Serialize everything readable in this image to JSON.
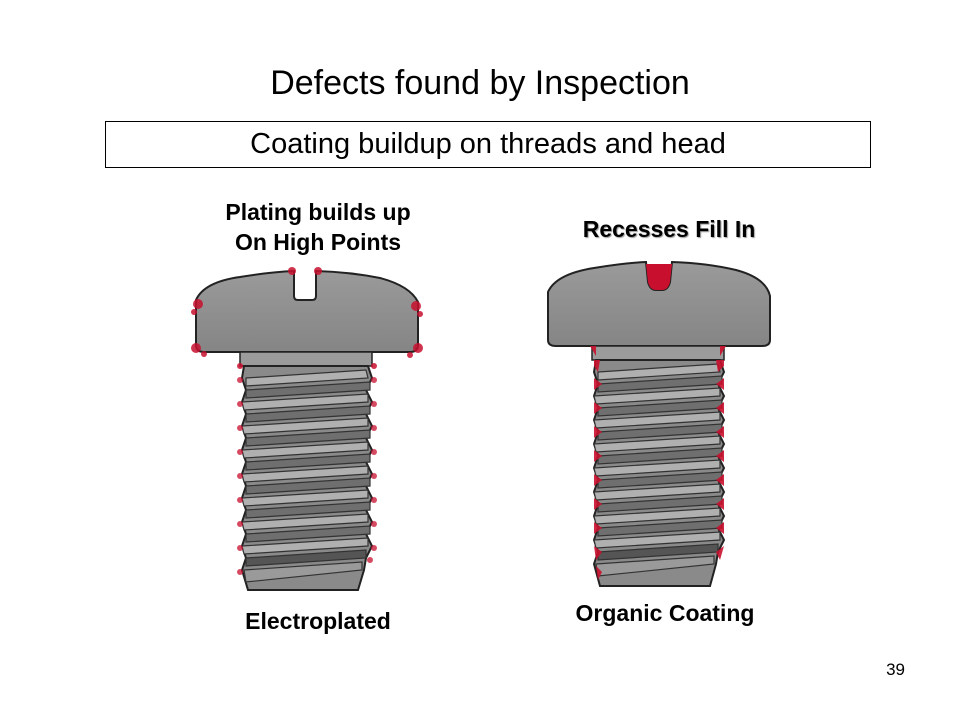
{
  "slide": {
    "title": "Defects found by Inspection",
    "subtitle": "Coating buildup on threads and head",
    "page_number": "39"
  },
  "left_screw": {
    "top_label_line1": "Plating builds up",
    "top_label_line2": "On High Points",
    "bottom_label": "Electroplated"
  },
  "right_screw": {
    "top_label": "Recesses Fill In",
    "bottom_label": "Organic Coating"
  },
  "colors": {
    "screw_fill": "#8f8f8f",
    "thread_dark": "#6e6e6e",
    "thread_light": "#b4b4b4",
    "coating": "#c8102e",
    "outline": "#222222"
  }
}
